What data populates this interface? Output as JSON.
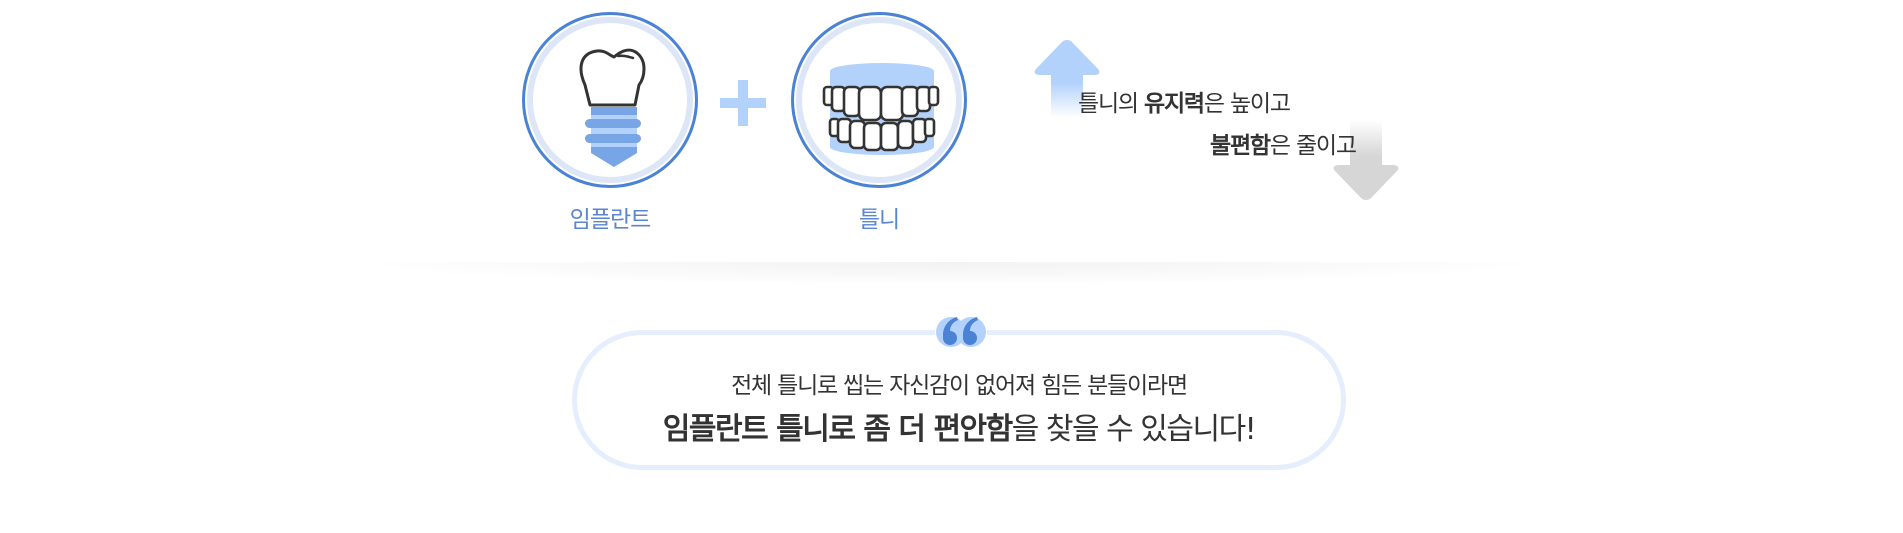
{
  "items": [
    {
      "label": "임플란트",
      "icon": "dental-implant-icon"
    },
    {
      "label": "틀니",
      "icon": "denture-icon"
    }
  ],
  "combine_symbol": "+",
  "benefits": {
    "line1": {
      "pre": "틀니의 ",
      "bold": "유지력",
      "post": "은 높이고",
      "arrow": "arrow-up-icon"
    },
    "line2": {
      "bold": "불편함",
      "post": "은 줄이고",
      "arrow": "arrow-down-icon"
    }
  },
  "quote": {
    "icon": "quote-mark-icon",
    "line1": "전체 틀니로 씹는 자신감이 없어져 힘든 분들이라면",
    "line2_bold": "임플란트 틀니로 좀 더 편안함",
    "line2_rest": "을 찾을 수 있습니다!"
  },
  "colors": {
    "ring_blue": "#4a82d6",
    "ring_light": "#dce6f6",
    "light_blue": "#b3d2fb",
    "mid_blue": "#78a5e6",
    "label_blue": "#5a86cf",
    "arrow_gray": "#d6d6d6",
    "quote_border": "#e4eefc",
    "text": "#333333"
  }
}
